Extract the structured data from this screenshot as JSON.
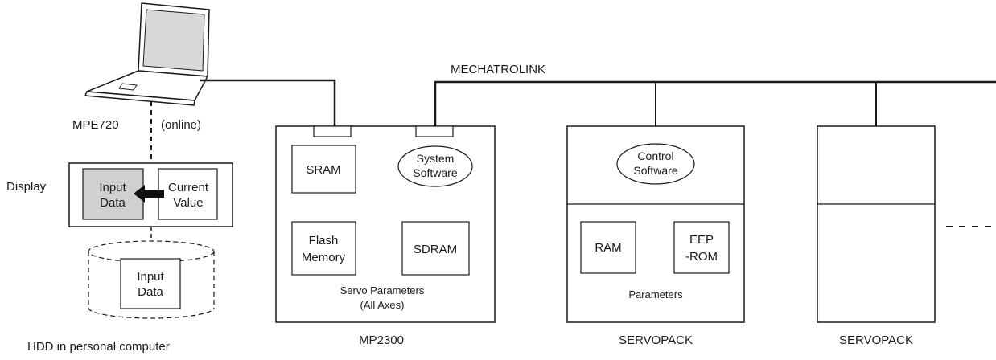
{
  "network": {
    "label": "MECHATROLINK"
  },
  "computer": {
    "name": "MPE720",
    "mode": "(online)",
    "display_label": "Display",
    "input_data": [
      "Input",
      "Data"
    ],
    "current_value": [
      "Current",
      "Value"
    ],
    "hdd_input_data": [
      "Input",
      "Data"
    ],
    "hdd_label": "HDD in personal computer"
  },
  "controller": {
    "name": "MP2300",
    "sram": "SRAM",
    "system_software": [
      "System",
      "Software"
    ],
    "flash_memory": [
      "Flash",
      "Memory"
    ],
    "sdram": "SDRAM",
    "servo_parameters": [
      "Servo Parameters",
      "(All Axes)"
    ]
  },
  "servopack_1": {
    "name": "SERVOPACK",
    "control_software": [
      "Control",
      "Software"
    ],
    "ram": "RAM",
    "eeprom": [
      "EEP",
      "-ROM"
    ],
    "parameters": "Parameters"
  },
  "servopack_2": {
    "name": "SERVOPACK"
  }
}
